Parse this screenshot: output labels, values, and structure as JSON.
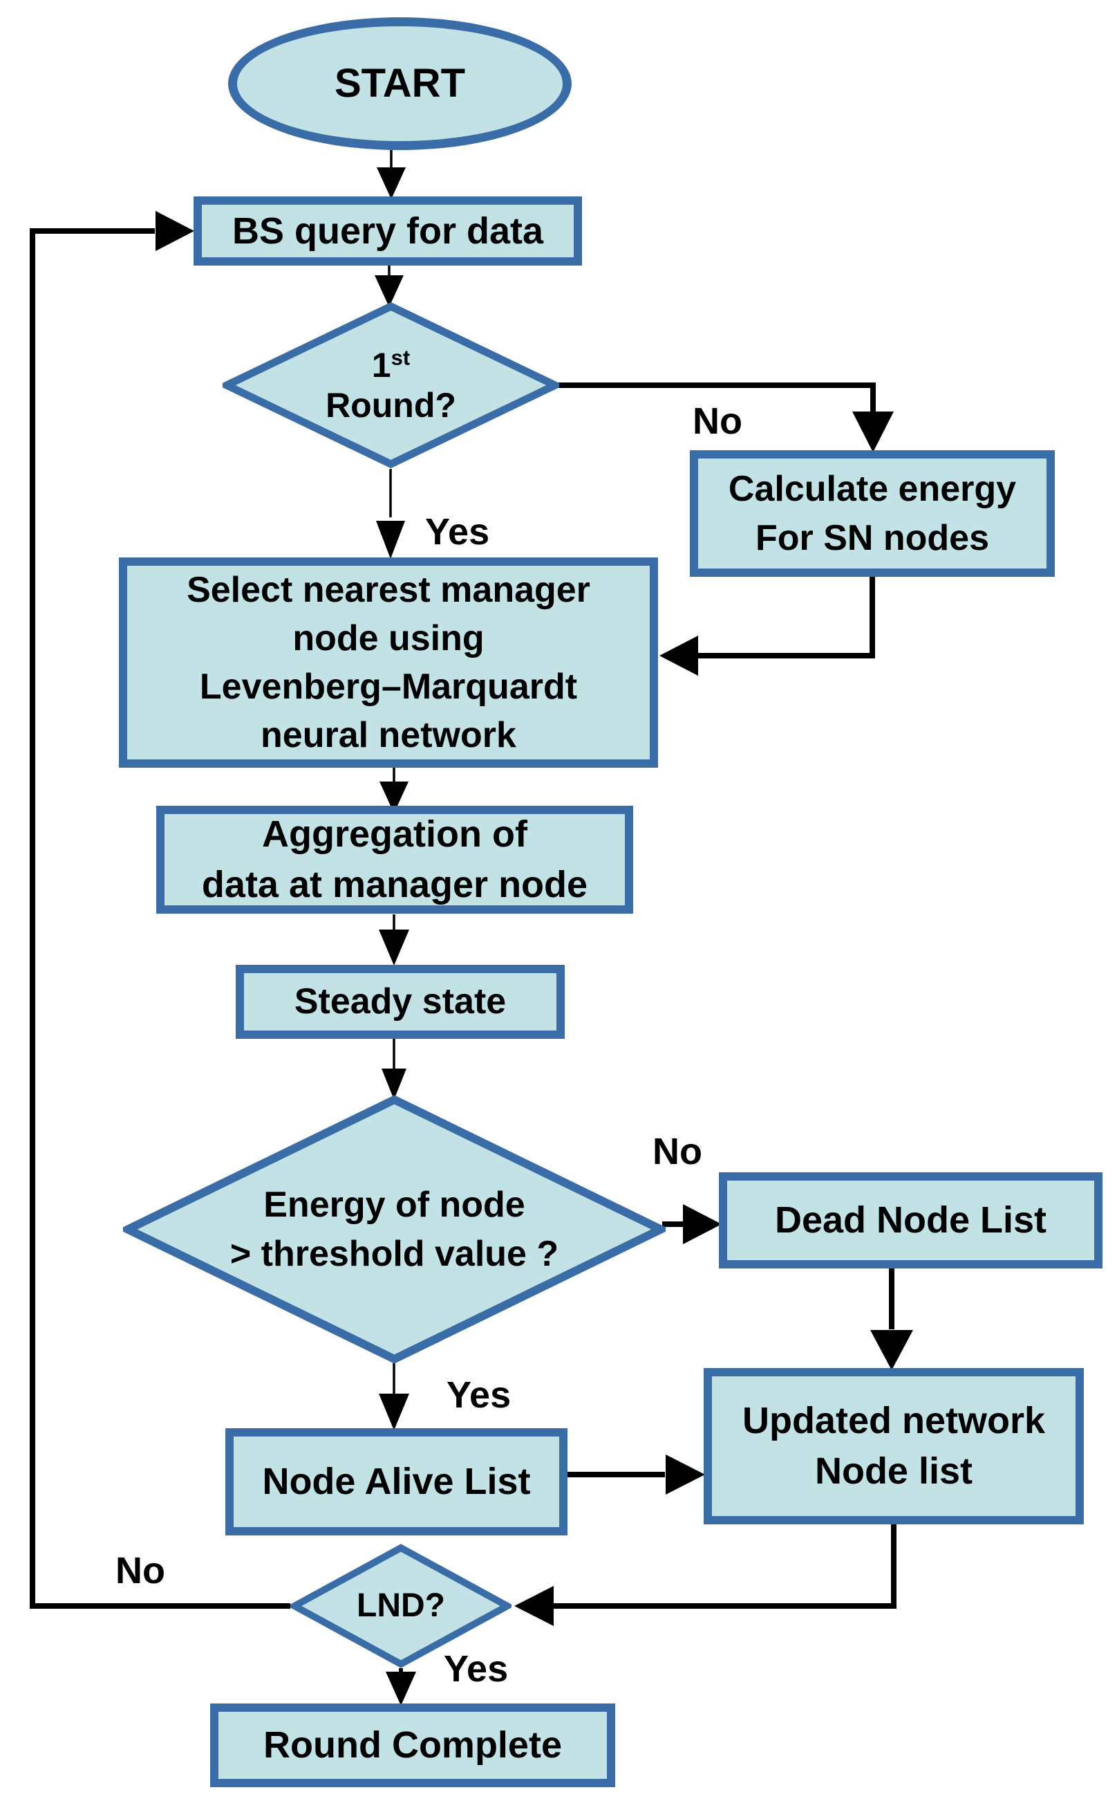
{
  "diagram": {
    "nodes": {
      "start": {
        "label": "START"
      },
      "bs_query": {
        "label": "BS query for data"
      },
      "first_round": {
        "line1_num": "1",
        "line1_sup": "st",
        "line2": "Round?"
      },
      "calc_energy": {
        "label": "Calculate energy\nFor SN nodes"
      },
      "select_manager": {
        "label": "Select nearest manager\nnode using\nLevenberg–Marquardt\nneural network"
      },
      "aggregation": {
        "label": "Aggregation of\ndata at manager node"
      },
      "steady_state": {
        "label": "Steady state"
      },
      "energy_check": {
        "label": "Energy of node\n> threshold value ?"
      },
      "dead_list": {
        "label": "Dead Node List"
      },
      "alive_list": {
        "label": "Node Alive List"
      },
      "updated_list": {
        "label": "Updated network\nNode list"
      },
      "lnd": {
        "label": "LND?"
      },
      "round_complete": {
        "label": "Round Complete"
      }
    },
    "edge_labels": {
      "first_round_no": "No",
      "first_round_yes": "Yes",
      "energy_no": "No",
      "energy_yes": "Yes",
      "lnd_no": "No",
      "lnd_yes": "Yes"
    },
    "colors": {
      "node_fill": "#c3e2e6",
      "node_border": "#3a6ca8",
      "edge_color": "#000000",
      "text_color": "#000000",
      "background": "#ffffff"
    }
  }
}
